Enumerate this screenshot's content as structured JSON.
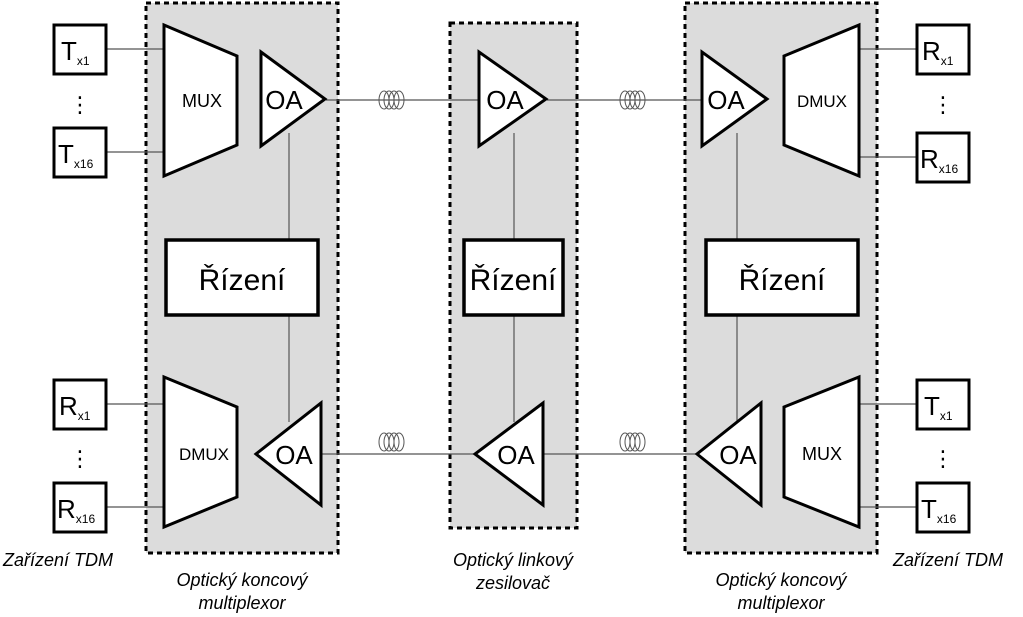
{
  "colors": {
    "panel": "#dcdcdc",
    "stroke": "#000000",
    "line": "#555555",
    "background": "#ffffff"
  },
  "devices": {
    "tx": "T",
    "rx": "R",
    "sub1": "x1",
    "sub16": "x16",
    "dots": "⋮"
  },
  "blocks": {
    "mux": "MUX",
    "dmux": "DMUX",
    "oa": "OA",
    "control": "Řízení"
  },
  "captions": {
    "tdm_left": "Zařízení TDM",
    "tdm_right": "Zařízení TDM",
    "terminal_left": [
      "Optický koncový",
      "multiplexor"
    ],
    "amplifier": [
      "Optický linkový",
      "zesilovač"
    ],
    "terminal_right": [
      "Optický koncový",
      "multiplexor"
    ]
  }
}
